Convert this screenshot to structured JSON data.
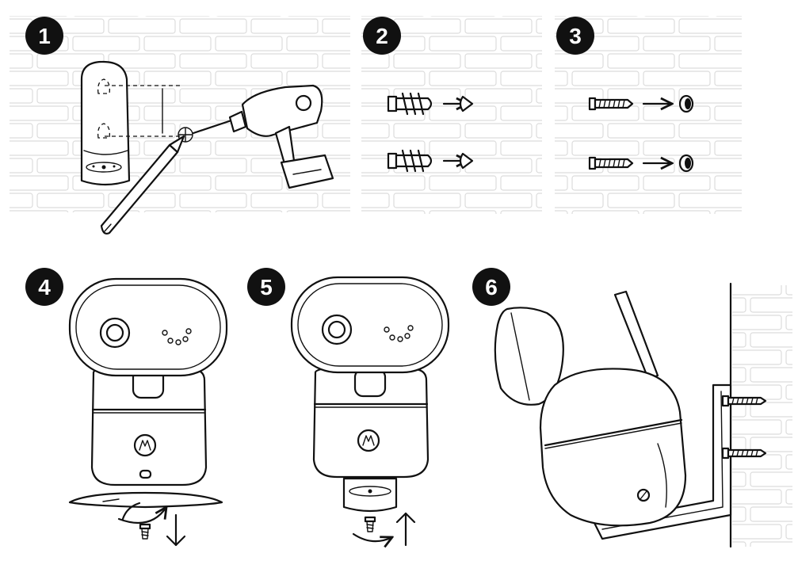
{
  "steps": [
    {
      "number": "1"
    },
    {
      "number": "2"
    },
    {
      "number": "3"
    },
    {
      "number": "4"
    },
    {
      "number": "5"
    },
    {
      "number": "6"
    }
  ],
  "colors": {
    "ink": "#111111",
    "brick": "#dcdcdc",
    "background": "#ffffff"
  },
  "icons": [
    "camera-mount-icon",
    "pencil-icon",
    "drill-icon",
    "wall-plug-icon",
    "screw-icon",
    "camera-icon",
    "motorola-logo-icon",
    "rotate-arrow-icon"
  ]
}
